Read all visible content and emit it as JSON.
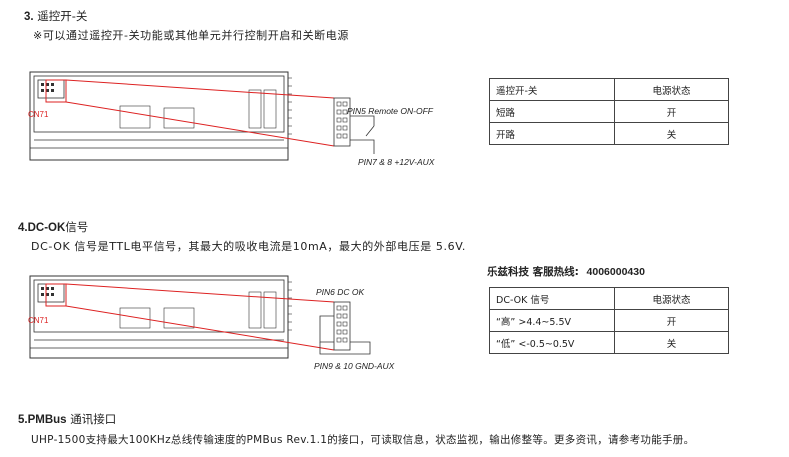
{
  "section3": {
    "num": "3.",
    "title": "遥控开-关",
    "desc": "※可以通过遥控开-关功能或其他单元并行控制开启和关断电源",
    "cn_label": "CN71",
    "pin_top": "PIN5 Remote ON-OFF",
    "pin_bottom": "PIN7 & 8 +12V-AUX",
    "table": {
      "headers": [
        "遥控开-关",
        "电源状态"
      ],
      "rows": [
        [
          "短路",
          "开"
        ],
        [
          "开路",
          "关"
        ]
      ]
    }
  },
  "section4": {
    "num": "4.",
    "title_en": "DC-OK",
    "title_cn": "信号",
    "desc": "DC-OK 信号是TTL电平信号，其最大的吸收电流是10mA，最大的外部电压是 5.6V.",
    "hotline_label": "乐兹科技 客服热线:",
    "hotline_number": "4006000430",
    "cn_label": "CN71",
    "pin_top": "PIN6 DC OK",
    "pin_bottom": "PIN9 & 10 GND-AUX",
    "table": {
      "headers": [
        "DC-OK 信号",
        "电源状态"
      ],
      "rows": [
        [
          "“高” >4.4~5.5V",
          "开"
        ],
        [
          "“低” <-0.5~0.5V",
          "关"
        ]
      ]
    }
  },
  "section5": {
    "num": "5.",
    "title_en": "PMBus",
    "title_cn": "通讯接口",
    "desc": "UHP-1500支持最大100KHz总线传输速度的PMBus Rev.1.1的接口，可读取信息，状态监视，输出修整等。更多资讯，请参考功能手册。"
  },
  "colors": {
    "accent_red": "#dd2222",
    "line": "#333333"
  }
}
